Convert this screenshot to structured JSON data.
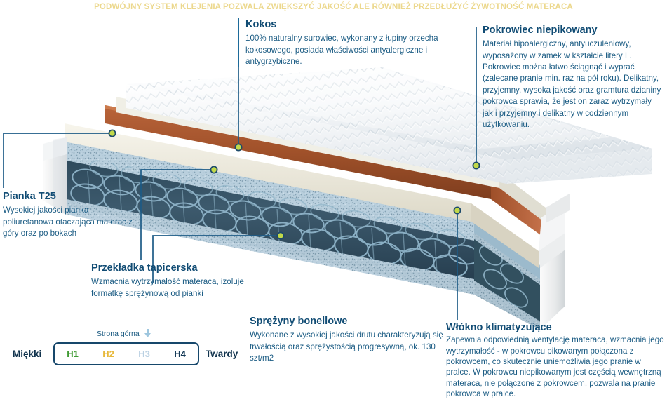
{
  "banner": {
    "text": "PODWÓJNY SYSTEM KLEJENIA POZWALA ZWIĘKSZYĆ JAKOŚĆ ALE RÓWNIEŻ PRZEDŁUŻYĆ ŻYWOTNOŚĆ MATERACA",
    "color": "#ecd88d"
  },
  "callouts": {
    "kokos": {
      "title": "Kokos",
      "body": "100% naturalny surowiec, wykonany z łupiny orzecha kokosowego, posiada właściwości antyalergiczne i antygrzybiczne."
    },
    "pokrowiec": {
      "title": "Pokrowiec niepikowany",
      "body": "Materiał hipoalergiczny, antyuczuleniowy, wyposażony w zamek w kształcie litery L. Pokrowiec można łatwo ściągnąć i wyprać (zalecane pranie min. raz na pół roku). Delikatny, przyjemny, wysoka jakość oraz gramtura dzianiny pokrowca sprawia, że jest on zaraz wytrzymały jak i przyjemny i delikatny w codziennym użytkowaniu."
    },
    "pianka": {
      "title": "Pianka T25",
      "body": "Wysokiej jakości pianka poliuretanowa otaczająca materac z góry oraz po bokach"
    },
    "przekladka": {
      "title": "Przekładka tapicerska",
      "body": "Wzmacnia wytrzymałość materaca, izoluje formatkę sprężynową od pianki"
    },
    "sprezyny": {
      "title": "Sprężyny bonellowe",
      "body": "Wykonane z wysokiej jakości drutu charakteryzują się trwałością oraz sprężystością progresywną, ok. 130 szt/m2"
    },
    "wlokno": {
      "title": "Włókno klimatyzujące",
      "body": "Zapewnia odpowiednią wentylację materaca, wzmacnia jego wytrzymałość - w pokrowcu pikowanym połączona z pokrowcem, co skutecznie uniemożliwia jego pranie w pralce. W pokrowcu niepikowanym jest częścią wewnętrzną materaca, nie połączone z pokrowcem, pozwala na pranie pokrowca w pralce."
    }
  },
  "hardness_scale": {
    "top_side_label": "Strona górna",
    "soft_label": "Miękki",
    "hard_label": "Twardy",
    "levels": [
      {
        "label": "H1",
        "color": "#3f9a33"
      },
      {
        "label": "H2",
        "color": "#e7b93c"
      },
      {
        "label": "H3",
        "color": "#b9d0e2"
      },
      {
        "label": "H4",
        "color": "#153a57"
      }
    ],
    "border_color": "#16476b",
    "arrow_color": "#9ec6de"
  },
  "illustration": {
    "alt": "mattress-cross-section",
    "layers": [
      {
        "name": "cover-quilted-top",
        "color": "#f4f6f8"
      },
      {
        "name": "climate-fiber",
        "color": "#e9ece9"
      },
      {
        "name": "coconut-fiber",
        "color": "#a8562c"
      },
      {
        "name": "upholstery-interlayer",
        "color": "#ece9dd"
      },
      {
        "name": "t25-foam",
        "color": "#dfe3e4"
      },
      {
        "name": "bonnell-springs",
        "color": "#8fb2c8"
      }
    ],
    "leader_color": "#1d5b86",
    "dot_fill": "#c2d94a",
    "dot_stroke": "#1d4a6b"
  }
}
